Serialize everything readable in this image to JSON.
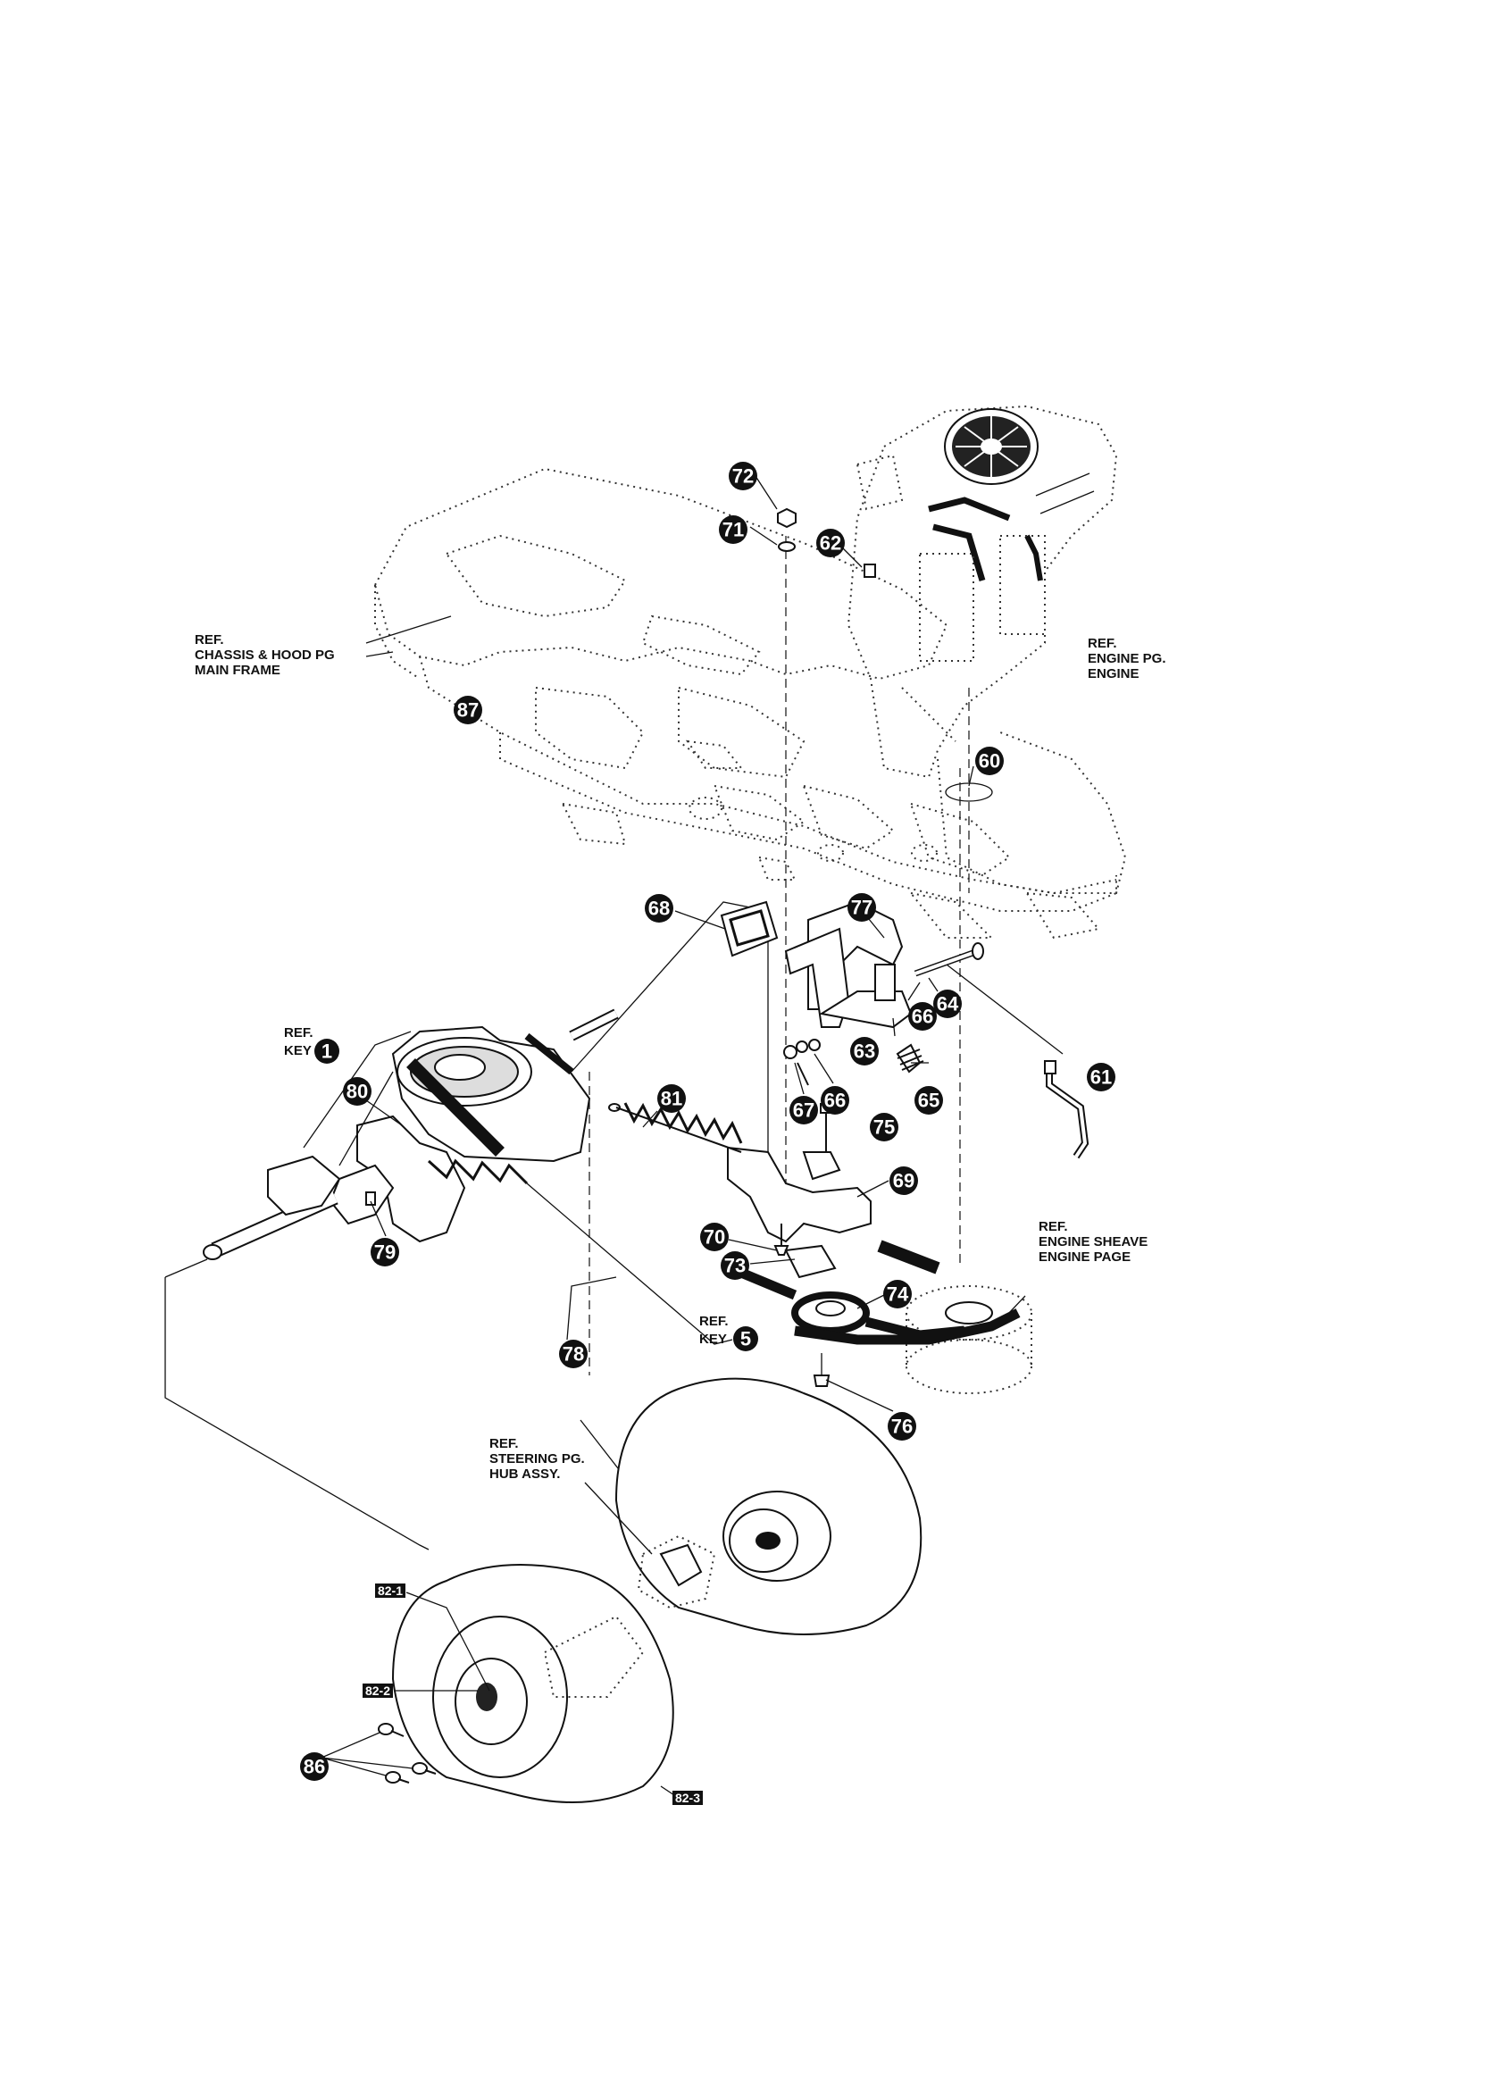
{
  "refs": {
    "chassis": [
      "REF.",
      "CHASSIS & HOOD PG",
      "MAIN FRAME"
    ],
    "engine": [
      "REF.",
      "ENGINE PG.",
      "ENGINE"
    ],
    "key1": [
      "REF.",
      "KEY"
    ],
    "key1_num": "1",
    "key5": [
      "REF.",
      "KEY"
    ],
    "key5_num": "5",
    "sheave": [
      "REF.",
      "ENGINE SHEAVE",
      "ENGINE PAGE"
    ],
    "steering": [
      "REF.",
      "STEERING PG.",
      "HUB ASSY."
    ]
  },
  "callouts": [
    "72",
    "71",
    "62",
    "87",
    "60",
    "68",
    "77",
    "64",
    "66",
    "81",
    "63",
    "61",
    "80",
    "67",
    "66",
    "65",
    "75",
    "69",
    "70",
    "79",
    "73",
    "74",
    "78",
    "76",
    "86"
  ],
  "tags": [
    "82-1",
    "82-2",
    "82-3"
  ]
}
